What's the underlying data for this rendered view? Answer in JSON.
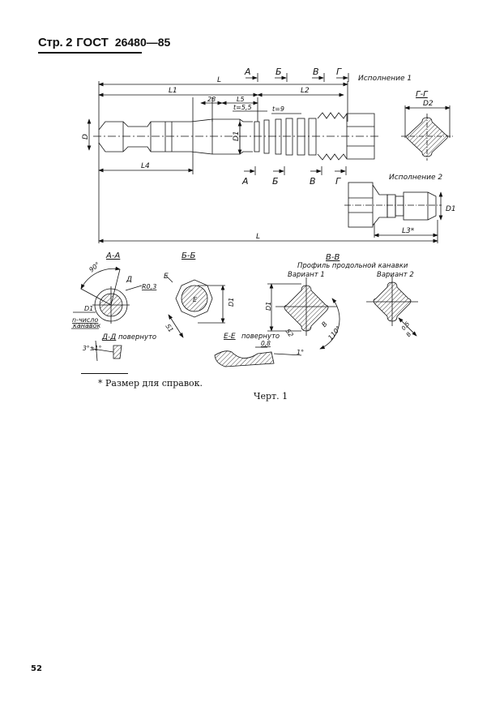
{
  "header": {
    "page_label": "Стр. 2",
    "standard": "ГОСТ",
    "number": "26480—85"
  },
  "drawing": {
    "section_markers": [
      "А",
      "Б",
      "В",
      "Г"
    ],
    "variant_1_label": "Исполнение 1",
    "variant_2_label": "Исполнение 2",
    "dims": {
      "L": "L",
      "L1": "L1",
      "L2": "L2",
      "L3": "L3*",
      "L4": "L4",
      "L5": "L5",
      "d28": "28",
      "t55": "t=5,5",
      "t9": "t=9",
      "D": "D",
      "D1": "D1",
      "D2": "D2"
    },
    "sections": {
      "gg": {
        "title": "Г-Г",
        "dim": "D2"
      },
      "aa": {
        "title": "А-А",
        "angle": "90°",
        "view": "Д",
        "radius": "R0,3",
        "dim": "D1",
        "note_line1": "n-число",
        "note_line2": "канавок"
      },
      "bb": {
        "title": "Б-Б",
        "view": "Е",
        "dim_d": "D1",
        "dim_s": "S1",
        "inner": "Е"
      },
      "vv": {
        "title": "В-В",
        "subtitle": "Профиль продольной канавки",
        "variant1": "Вариант 1",
        "variant2": "Вариант 2",
        "dim_d": "D1",
        "dim_s": "S2",
        "dim_b": "B",
        "angle": "110°",
        "r": "0,5",
        "b2": "B"
      },
      "dd": {
        "title": "Д-Д",
        "rotated": "повернуто",
        "angle": "3°±1°"
      },
      "ee": {
        "title": "Е-Е",
        "rotated": "повернуто",
        "dim": "0,8",
        "angle": "1°"
      }
    }
  },
  "footnote": "* Размер для справок.",
  "caption": "Черт. 1",
  "page_number": "52"
}
